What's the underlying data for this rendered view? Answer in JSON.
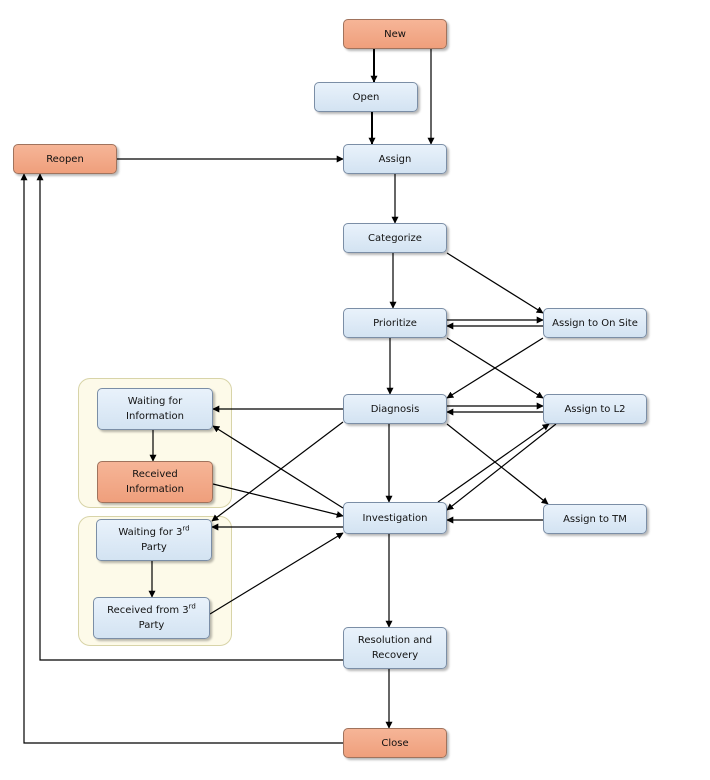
{
  "colors": {
    "blue_fill": "#dae7f4",
    "orange_fill": "#f2a887",
    "group_fill": "#fdfae9",
    "edge": "#000000"
  },
  "nodes": {
    "new": {
      "label": "New",
      "tone": "orange"
    },
    "open": {
      "label": "Open",
      "tone": "blue"
    },
    "reopen": {
      "label": "Reopen",
      "tone": "orange"
    },
    "assign": {
      "label": "Assign",
      "tone": "blue"
    },
    "categorize": {
      "label": "Categorize",
      "tone": "blue"
    },
    "prioritize": {
      "label": "Prioritize",
      "tone": "blue"
    },
    "assign_on_site": {
      "label": "Assign to On Site",
      "tone": "blue"
    },
    "diagnosis": {
      "label": "Diagnosis",
      "tone": "blue"
    },
    "assign_l2": {
      "label": "Assign to L2",
      "tone": "blue"
    },
    "waiting_info": {
      "line1": "Waiting for",
      "line2": "Information",
      "tone": "blue"
    },
    "received_info": {
      "line1": "Received",
      "line2": "Information",
      "tone": "orange"
    },
    "investigation": {
      "label": "Investigation",
      "tone": "blue"
    },
    "assign_tm": {
      "label": "Assign to TM",
      "tone": "blue"
    },
    "waiting_3rd": {
      "line1_pre": "Waiting for 3",
      "line1_sup": "rd",
      "line2": "Party",
      "tone": "blue"
    },
    "received_3rd": {
      "line1_pre": "Received from 3",
      "line1_sup": "rd",
      "line2": "Party",
      "tone": "blue"
    },
    "resolution": {
      "line1": "Resolution and",
      "line2": "Recovery",
      "tone": "blue"
    },
    "close": {
      "label": "Close",
      "tone": "orange"
    }
  },
  "edges": [
    {
      "from": "new",
      "to": "open"
    },
    {
      "from": "new",
      "to": "assign"
    },
    {
      "from": "open",
      "to": "assign"
    },
    {
      "from": "reopen",
      "to": "assign"
    },
    {
      "from": "assign",
      "to": "categorize"
    },
    {
      "from": "categorize",
      "to": "prioritize"
    },
    {
      "from": "categorize",
      "to": "assign_on_site"
    },
    {
      "from": "prioritize",
      "to": "assign_on_site"
    },
    {
      "from": "assign_on_site",
      "to": "prioritize"
    },
    {
      "from": "prioritize",
      "to": "diagnosis"
    },
    {
      "from": "prioritize",
      "to": "assign_l2"
    },
    {
      "from": "assign_on_site",
      "to": "diagnosis"
    },
    {
      "from": "diagnosis",
      "to": "assign_l2"
    },
    {
      "from": "assign_l2",
      "to": "diagnosis"
    },
    {
      "from": "diagnosis",
      "to": "waiting_info"
    },
    {
      "from": "waiting_info",
      "to": "received_info"
    },
    {
      "from": "received_info",
      "to": "investigation"
    },
    {
      "from": "investigation",
      "to": "waiting_info"
    },
    {
      "from": "diagnosis",
      "to": "waiting_3rd"
    },
    {
      "from": "diagnosis",
      "to": "investigation"
    },
    {
      "from": "diagnosis",
      "to": "assign_tm"
    },
    {
      "from": "investigation",
      "to": "assign_l2"
    },
    {
      "from": "assign_l2",
      "to": "investigation"
    },
    {
      "from": "assign_tm",
      "to": "investigation"
    },
    {
      "from": "investigation",
      "to": "waiting_3rd"
    },
    {
      "from": "waiting_3rd",
      "to": "received_3rd"
    },
    {
      "from": "received_3rd",
      "to": "investigation"
    },
    {
      "from": "investigation",
      "to": "resolution"
    },
    {
      "from": "resolution",
      "to": "reopen"
    },
    {
      "from": "resolution",
      "to": "close"
    },
    {
      "from": "close",
      "to": "reopen"
    }
  ]
}
